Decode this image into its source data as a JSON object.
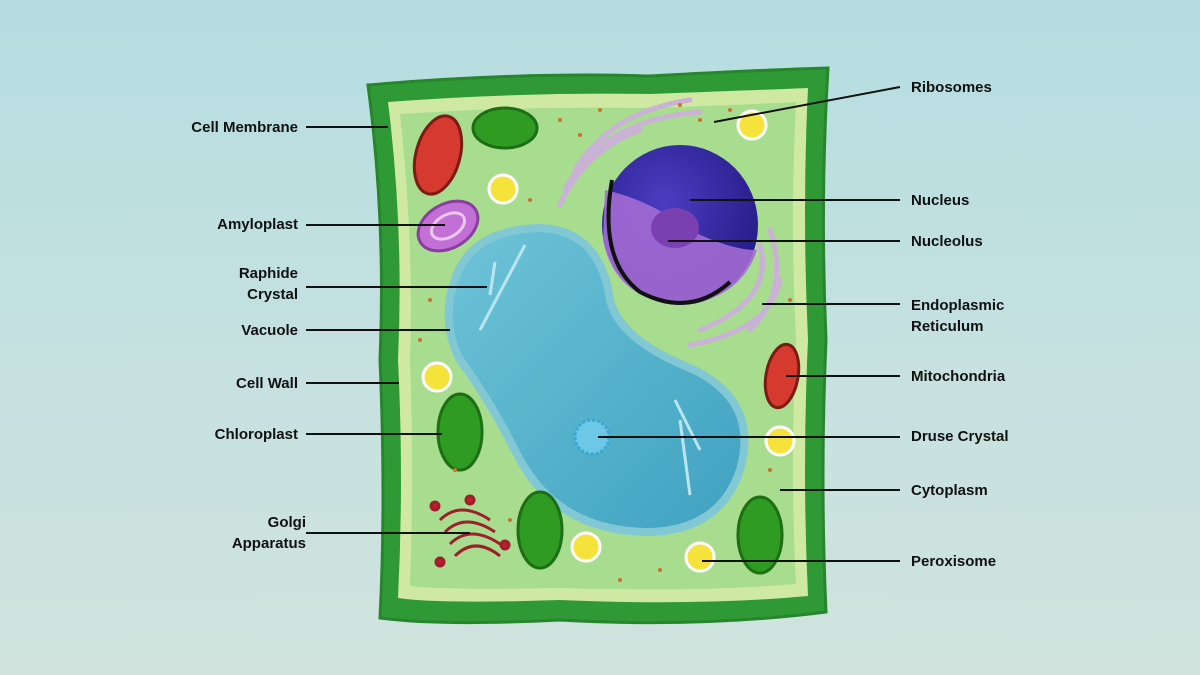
{
  "colors": {
    "cell_wall": "#2e9b34",
    "cell_membrane": "#cce7a1",
    "cytoplasm": "#a9dc8e",
    "vacuole": "#4fb3cf",
    "nucleus": "#3c2aa3",
    "nucleolus": "#8d4cc0",
    "mitochondria": "#d63a2e",
    "chloroplast": "#2f9b22",
    "amyloplast": "#c270d6",
    "peroxisome": "#f5e23a",
    "golgi": "#9c1f2c",
    "er": "#c2a9cf",
    "label_line": "#111111"
  },
  "labels": {
    "left": [
      {
        "id": "cell-membrane",
        "lines": [
          "Cell Membrane"
        ]
      },
      {
        "id": "amyloplast",
        "lines": [
          "Amyloplast"
        ]
      },
      {
        "id": "raphide-crystal",
        "lines": [
          "Raphide",
          "Crystal"
        ]
      },
      {
        "id": "vacuole",
        "lines": [
          "Vacuole"
        ]
      },
      {
        "id": "cell-wall",
        "lines": [
          "Cell Wall"
        ]
      },
      {
        "id": "chloroplast",
        "lines": [
          "Chloroplast"
        ]
      },
      {
        "id": "golgi-apparatus",
        "lines": [
          "Golgi",
          "Apparatus"
        ]
      }
    ],
    "right": [
      {
        "id": "ribosomes",
        "lines": [
          "Ribosomes"
        ]
      },
      {
        "id": "nucleus",
        "lines": [
          "Nucleus"
        ]
      },
      {
        "id": "nucleolus",
        "lines": [
          "Nucleolus"
        ]
      },
      {
        "id": "endoplasmic-reticulum",
        "lines": [
          "Endoplasmic",
          "Reticulum"
        ]
      },
      {
        "id": "mitochondria",
        "lines": [
          "Mitochondria"
        ]
      },
      {
        "id": "druse-crystal",
        "lines": [
          "Druse Crystal"
        ]
      },
      {
        "id": "cytoplasm",
        "lines": [
          "Cytoplasm"
        ]
      },
      {
        "id": "peroxisome",
        "lines": [
          "Peroxisome"
        ]
      }
    ]
  }
}
